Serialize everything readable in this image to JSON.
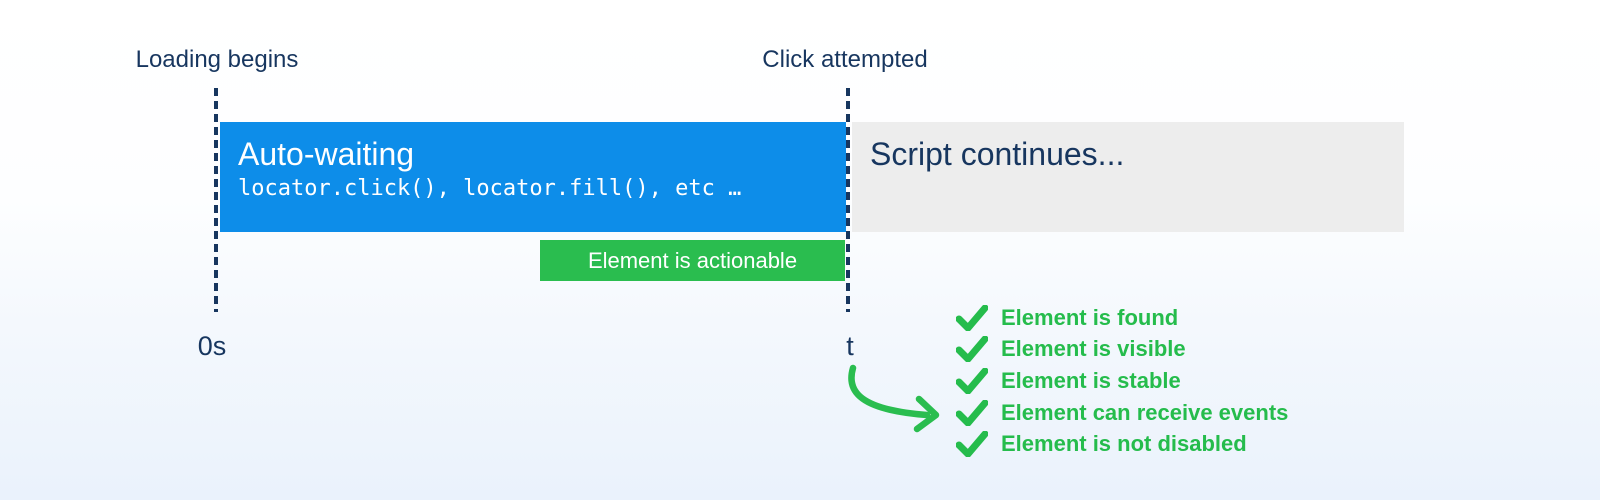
{
  "timeline": {
    "start_label": "Loading begins",
    "end_label": "Click attempted",
    "start_tick": "0s",
    "end_tick": "t"
  },
  "bars": {
    "auto_waiting": {
      "title": "Auto-waiting",
      "code": "locator.click(), locator.fill(), etc …"
    },
    "script_continues": {
      "title": "Script continues..."
    }
  },
  "badge": {
    "label": "Element is actionable"
  },
  "checklist": {
    "items": [
      {
        "icon": "check-icon",
        "label": "Element is found"
      },
      {
        "icon": "check-icon",
        "label": "Element is visible"
      },
      {
        "icon": "check-icon",
        "label": "Element is stable"
      },
      {
        "icon": "check-icon",
        "label": "Element can receive events"
      },
      {
        "icon": "check-icon",
        "label": "Element is not disabled"
      }
    ]
  },
  "colors": {
    "auto_waiting_blue": "#0d8de9",
    "script_gray": "#ededed",
    "success_green": "#2abd4f",
    "navy_text": "#17365f",
    "background_bottom": "#eaf2fc",
    "white_text": "#ffffff"
  }
}
